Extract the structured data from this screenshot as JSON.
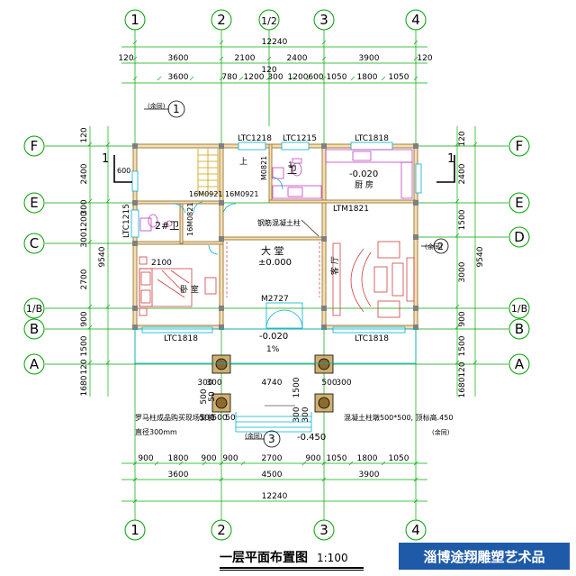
{
  "axes": {
    "vertical": [
      "1",
      "2",
      "1/2",
      "3",
      "4"
    ],
    "horizontal": [
      "F",
      "E",
      "C",
      "D",
      "1/B",
      "B",
      "A"
    ]
  },
  "dims": {
    "top_total": "12240",
    "top_row1": [
      "120",
      "3600",
      "2100",
      "2400",
      "3900",
      "120"
    ],
    "top_row2": [
      "3600",
      "780",
      "1200",
      "300",
      "1200",
      "600",
      "1050",
      "1800",
      "1050"
    ],
    "top_small": "120",
    "bottom_row1": [
      "900",
      "1800",
      "900",
      "900",
      "2700",
      "900",
      "1050",
      "1800",
      "1050"
    ],
    "bottom_row2": [
      "3600",
      "4500",
      "3900"
    ],
    "bottom_total": "12240",
    "left_col": [
      "120",
      "2400",
      "300",
      "1200",
      "300",
      "2700",
      "900",
      "1500",
      "120",
      "1680"
    ],
    "left_total": "9540",
    "right_col": [
      "120",
      "2400",
      "1500",
      "3000",
      "900",
      "1500",
      "120",
      "1680"
    ],
    "right_total": "9540",
    "front": [
      "4740",
      "300",
      "300",
      "500",
      "300",
      "1500",
      "300",
      "300",
      "500",
      "500",
      "500",
      "50",
      "50"
    ]
  },
  "labels": {
    "ltc1218": "LTC1218",
    "ltc1215_top": "LTC1215",
    "ltc1818_top": "LTC1818",
    "ltc1215_left": "LTC1215",
    "lm1821": "LTM1821",
    "ltc1818_bl": "LTC1818",
    "ltc1818_br": "LTC1818",
    "m0821": "M0821",
    "m0921_pair": "16M0921 16M0921",
    "m0821_left": "16M0821",
    "m2727": "M2727",
    "stair_up": "上",
    "wc": "卫",
    "num1": "1",
    "kitchen_level": "-0.020",
    "kitchen": "厨  房",
    "bath": "2#卫",
    "bed_w": "2100",
    "bedroom": "卧  室",
    "hall": "大  堂",
    "hall_level": "±0.000",
    "living": "客  厅",
    "porch_level": "-0.020",
    "slope": "1%",
    "bottom_level": "-0.450",
    "steel_note": "钢筋混凝土柱",
    "ref1": "(余同)",
    "ref2": "(余同)",
    "ref3": "(余同)",
    "ref4": "(余同)",
    "note_left_1": "罗马柱成品购买现场安装",
    "note_left_2": "直径300mm",
    "note_right_1": "混凝土柱墩500*500, 顶标高.450",
    "note_right_2": "(余同)",
    "sec_mark": "1",
    "sec_mark_r": "1",
    "circle_1": "1",
    "circle_2": "2",
    "circle_3": "3",
    "dim_600": "600",
    "wall_corner": "16M0921"
  },
  "title": "一层平面布置图",
  "scale": "1:100",
  "watermark": "淄博途翔雕塑艺术品",
  "colors": {
    "axis": "#00a000",
    "dim": "#00b000",
    "wall": "#d4a860",
    "wall_dark": "#a08040",
    "furniture": "#d04040",
    "cyan": "#00b0d0",
    "magenta": "#c040c0"
  }
}
